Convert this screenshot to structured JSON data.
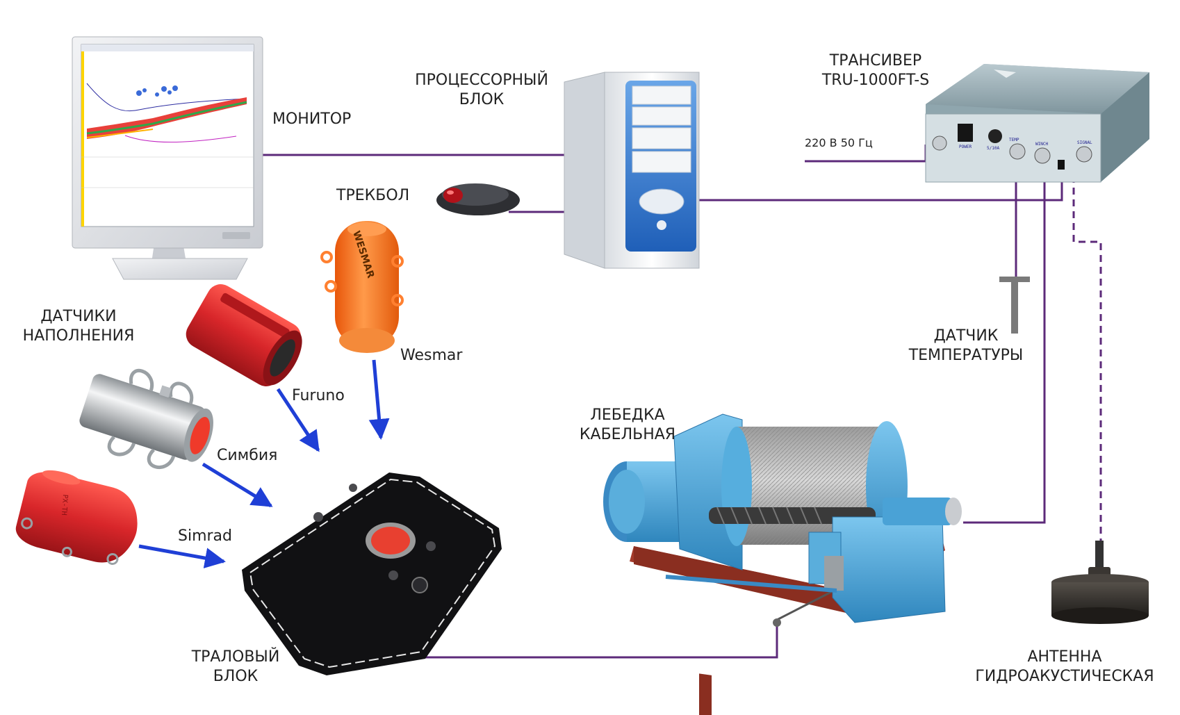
{
  "labels": {
    "monitor": "МОНИТОР",
    "processor": [
      "ПРОЦЕССОРНЫЙ",
      "БЛОК"
    ],
    "transceiver": [
      "ТРАНСИВЕР",
      "TRU-1000FT-S"
    ],
    "power": "220 В 50 Гц",
    "trackball": "ТРЕКБОЛ",
    "fill_sensors": [
      "ДАТЧИКИ",
      "НАПОЛНЕНИЯ"
    ],
    "wesmar": "Wesmar",
    "furuno": "Furuno",
    "simbia": "Симбия",
    "simrad": "Simrad",
    "temp_sensor": [
      "ДАТЧИК",
      "ТЕМПЕРАТУРЫ"
    ],
    "winch": [
      "ЛЕБЕДКА",
      "КАБЕЛЬНАЯ"
    ],
    "trawl_block": [
      "ТРАЛОВЫЙ",
      "БЛОК"
    ],
    "antenna": [
      "АНТЕННА",
      "ГИДРОАКУСТИЧЕСКАЯ"
    ]
  },
  "device_text": {
    "wesmar_logo": "WESMAR",
    "simrad_mark": "PX-TH",
    "transceiver_port_1": "POWER",
    "transceiver_port_2": "5/10A",
    "transceiver_port_3": "TEMP",
    "transceiver_port_4": "WINCH",
    "transceiver_port_5": "SIGNAL"
  },
  "colors": {
    "connection": "#5c2a7a",
    "arrow": "#1f3fd6",
    "winch": "#4aa8d8",
    "winch_frame": "#a33a2a",
    "sensor_orange": "#ff7a1a",
    "sensor_red": "#d8262a",
    "transceiver": "#9fb3ba"
  }
}
